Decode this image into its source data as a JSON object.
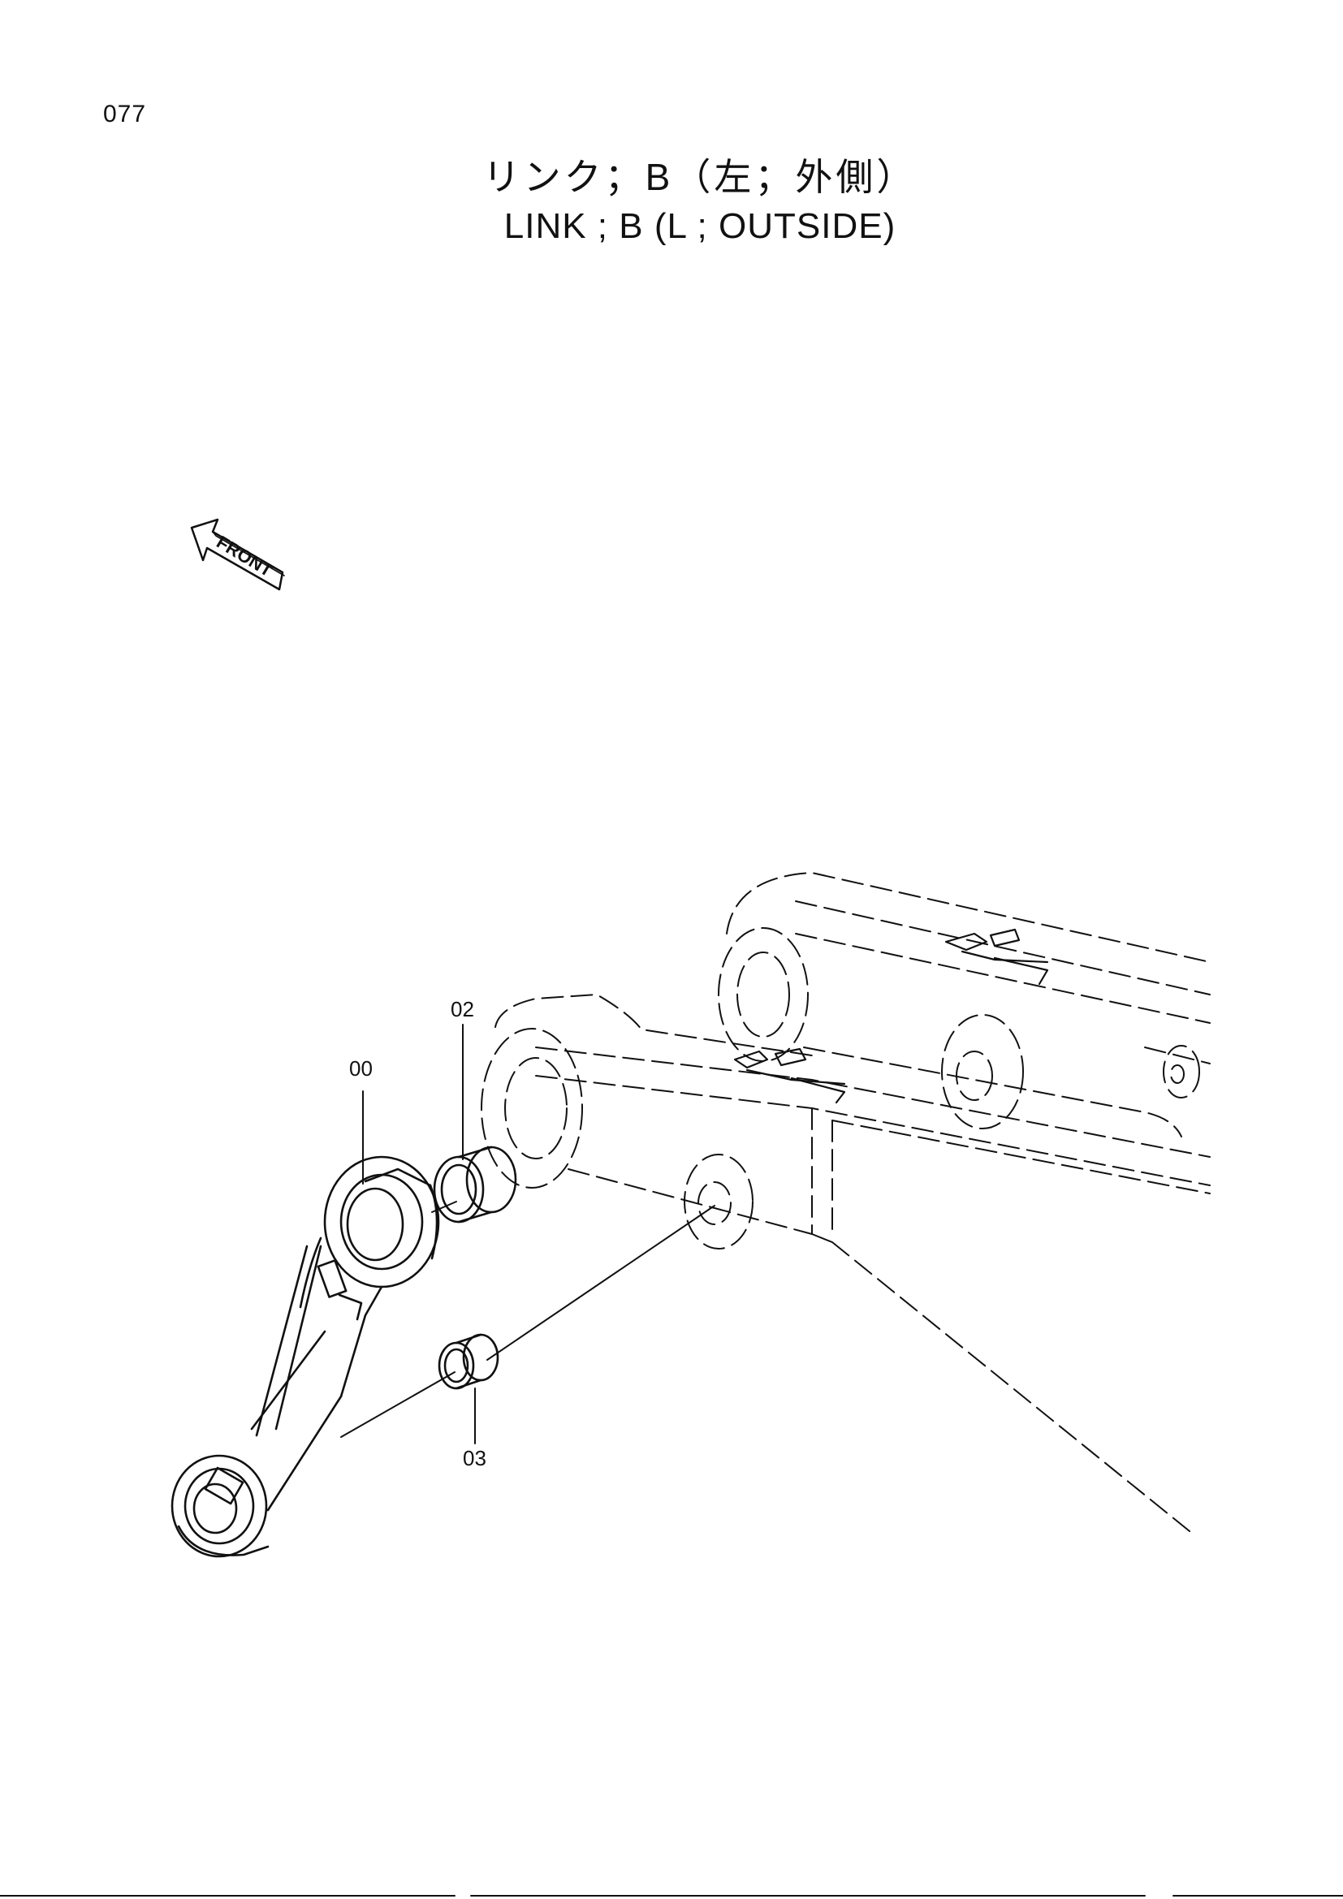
{
  "page": {
    "number": "077"
  },
  "title": {
    "jp": "リンク；B（左；外側）",
    "en": "LINK ; B (L ; OUTSIDE)"
  },
  "direction_indicator": {
    "label": "FRONT",
    "icon": "front-arrow-icon"
  },
  "callouts": [
    {
      "id": "00",
      "part": "link"
    },
    {
      "id": "02",
      "part": "bushing-large"
    },
    {
      "id": "03",
      "part": "bushing-small"
    }
  ],
  "colors": {
    "line": "#111111",
    "background": "#ffffff"
  }
}
